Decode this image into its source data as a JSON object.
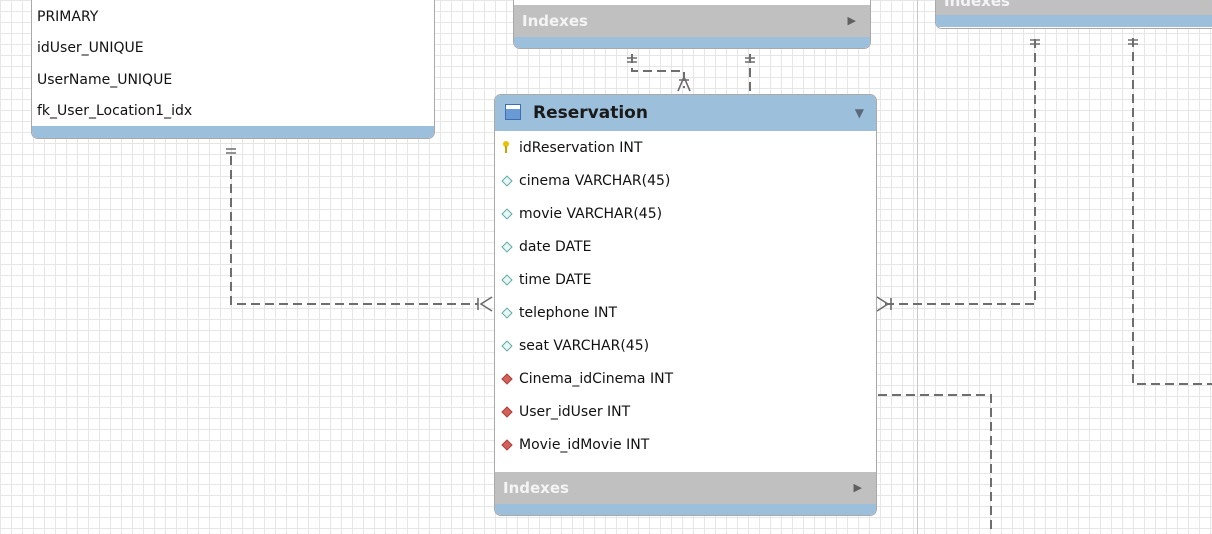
{
  "user_table": {
    "index_rows": [
      "PRIMARY",
      "idUser_UNIQUE",
      "UserName_UNIQUE",
      "fk_User_Location1_idx"
    ]
  },
  "top_table": {
    "indexes_label": "Indexes",
    "expand_glyph": "▶"
  },
  "top_right_table": {
    "indexes_label": "Indexes"
  },
  "reservation": {
    "title": "Reservation",
    "icon": "table-icon",
    "collapse_glyph": "▼",
    "columns": [
      {
        "label": "idReservation INT",
        "icon": "primary-key-icon"
      },
      {
        "label": "cinema VARCHAR(45)",
        "icon": "column-icon"
      },
      {
        "label": "movie VARCHAR(45)",
        "icon": "column-icon"
      },
      {
        "label": "date DATE",
        "icon": "column-icon"
      },
      {
        "label": "time DATE",
        "icon": "column-icon"
      },
      {
        "label": "telephone INT",
        "icon": "column-icon"
      },
      {
        "label": "seat VARCHAR(45)",
        "icon": "column-icon"
      },
      {
        "label": "Cinema_idCinema INT",
        "icon": "foreign-key-icon"
      },
      {
        "label": "User_idUser INT",
        "icon": "foreign-key-icon"
      },
      {
        "label": "Movie_idMovie INT",
        "icon": "foreign-key-icon"
      }
    ],
    "indexes_label": "Indexes",
    "expand_glyph": "▶"
  },
  "colors": {
    "header": "#9cc0dc",
    "indexes_bar": "#c0c0c0",
    "connector": "#6e6e6e",
    "foreign_key": "#d4605a",
    "primary_key": "#e8c200"
  }
}
